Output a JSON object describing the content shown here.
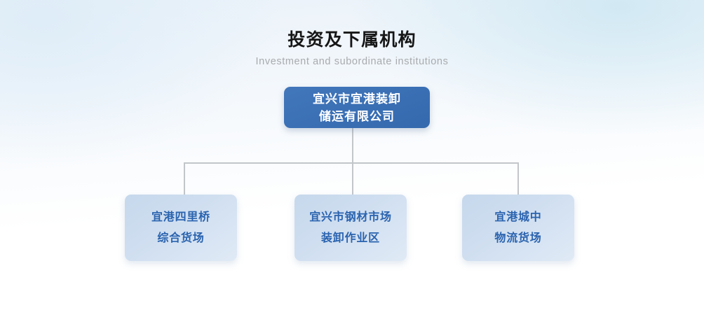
{
  "header": {
    "title_cn": "投资及下属机构",
    "title_en": "Investment and subordinate institutions"
  },
  "org_chart": {
    "root": {
      "id": "root",
      "lines": [
        "宜兴市宜港装卸",
        "储运有限公司"
      ],
      "full_text": "宜兴市宜港装卸储运有限公司",
      "box_color": "#3a6fb4",
      "text_color": "#ffffff"
    },
    "children": [
      {
        "id": "child-1",
        "lines": [
          "宜港四里桥",
          "综合货场"
        ],
        "full_text": "宜港四里桥综合货场",
        "box_color": "#cfdef0",
        "text_color": "#2a63af"
      },
      {
        "id": "child-2",
        "lines": [
          "宜兴市钢材市场",
          "装卸作业区"
        ],
        "full_text": "宜兴市钢材市场装卸作业区",
        "box_color": "#cfdef0",
        "text_color": "#2a63af"
      },
      {
        "id": "child-3",
        "lines": [
          "宜港城中",
          "物流货场"
        ],
        "full_text": "宜港城中物流货场",
        "box_color": "#cfdef0",
        "text_color": "#2a63af"
      }
    ],
    "connector_color": "#c3c6c9"
  },
  "theme": {
    "background_top_left": "#eaf2f9",
    "background_top_right": "#dceef6",
    "background_bottom": "#ffffff",
    "title_color": "#161616",
    "subtitle_color": "#a9abad"
  }
}
